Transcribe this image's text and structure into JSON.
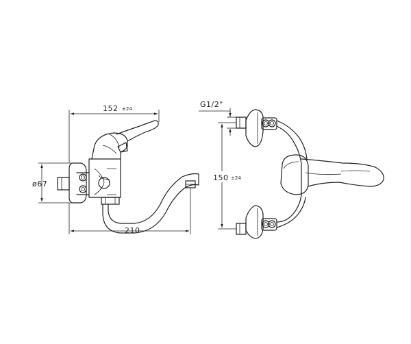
{
  "dimensions": {
    "reach": {
      "value": "152",
      "tolerance": "±24"
    },
    "diameter": {
      "value": "ø67"
    },
    "length": {
      "value": "210"
    },
    "thread": {
      "value": "G1/2\""
    },
    "centers": {
      "value": "150",
      "tolerance": "±24"
    }
  }
}
